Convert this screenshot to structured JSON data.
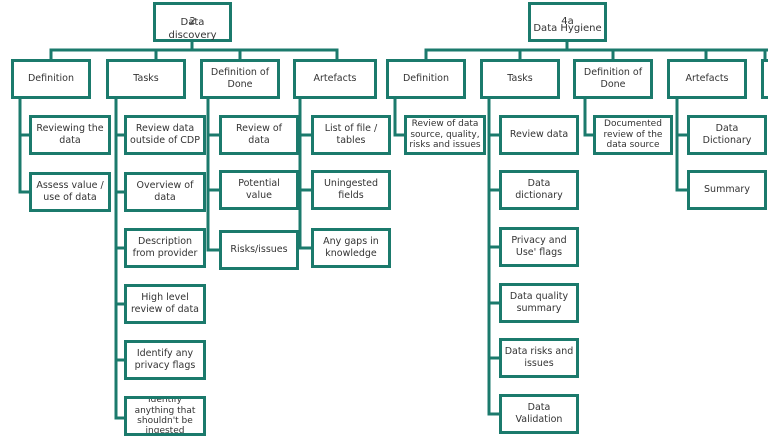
{
  "colors": {
    "border": "#1b7a6c",
    "line": "#1b7a6c",
    "text": "#333333"
  },
  "left": {
    "root": {
      "number": "2",
      "title": "Data discovery"
    },
    "headers": {
      "definition": "Definition",
      "tasks": "Tasks",
      "dod": "Definition of Done",
      "artefacts": "Artefacts"
    },
    "definition": [
      "Reviewing the data",
      "Assess value / use of data"
    ],
    "tasks": [
      "Review data outside of CDP",
      "Overview of data",
      "Description from provider",
      "High level review of data",
      "Identify any privacy flags",
      "Identify anything that shouldn't be ingested"
    ],
    "dod": [
      "Review of data",
      "Potential value",
      "Risks/issues"
    ],
    "artefacts": [
      "List of file / tables",
      "Uningested fields",
      "Any gaps in knowledge"
    ]
  },
  "right": {
    "root": {
      "number": "4a",
      "title": "Data Hygiene"
    },
    "headers": {
      "definition": "Definition",
      "tasks": "Tasks",
      "dod": "Definition of Done",
      "artefacts": "Artefacts"
    },
    "definition": [
      "Review of data source, quality, risks and issues"
    ],
    "tasks": [
      "Review data",
      "Data dictionary",
      "Privacy and Use' flags",
      "Data quality summary",
      "Data risks and issues",
      "Data Validation"
    ],
    "dod": [
      "Documented review of the data source"
    ],
    "artefacts": [
      "Data Dictionary",
      "Summary"
    ]
  }
}
